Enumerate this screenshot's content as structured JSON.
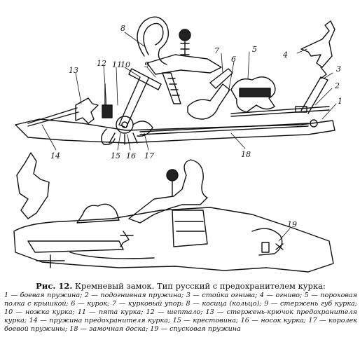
{
  "figure": {
    "top_labels": [
      {
        "id": "1",
        "text": "1"
      },
      {
        "id": "2",
        "text": "2"
      },
      {
        "id": "3",
        "text": "3"
      },
      {
        "id": "4",
        "text": "4"
      },
      {
        "id": "5",
        "text": "5"
      },
      {
        "id": "6",
        "text": "6"
      },
      {
        "id": "7",
        "text": "7"
      },
      {
        "id": "8",
        "text": "8"
      },
      {
        "id": "9",
        "text": "9"
      },
      {
        "id": "10",
        "text": "10"
      },
      {
        "id": "11",
        "text": "11"
      },
      {
        "id": "12",
        "text": "12"
      },
      {
        "id": "13",
        "text": "13"
      },
      {
        "id": "14",
        "text": "14"
      },
      {
        "id": "15",
        "text": "15"
      },
      {
        "id": "16",
        "text": "16"
      },
      {
        "id": "17",
        "text": "17"
      },
      {
        "id": "18",
        "text": "18"
      }
    ],
    "bottom_labels": [
      {
        "id": "19",
        "text": "19"
      }
    ]
  },
  "caption": {
    "fig_label": "Рис. 12.",
    "title": "Кремневый замок. Тип русский с предохранителем курка:",
    "legend_text": "1 — боевая пружина; 2 — подогнивная пружина; 3 — стойка огнива; 4 — огниво; 5 — пороховая полка с крышкой; 6 — курок; 7 — курковый упор; 8 — косица (кольцо); 9 — стержень губ курка; 10 — ножка курка; 11 — пята курка; 12 — шептало; 13 — стержень-крючок предохранителя курка; 14 — пружина предохранителя курка; 15 — крестовина; 16 — носок курка; 17 — королек боевой пружины; 18 — замочная доска; 19 — спусковая пружина"
  }
}
